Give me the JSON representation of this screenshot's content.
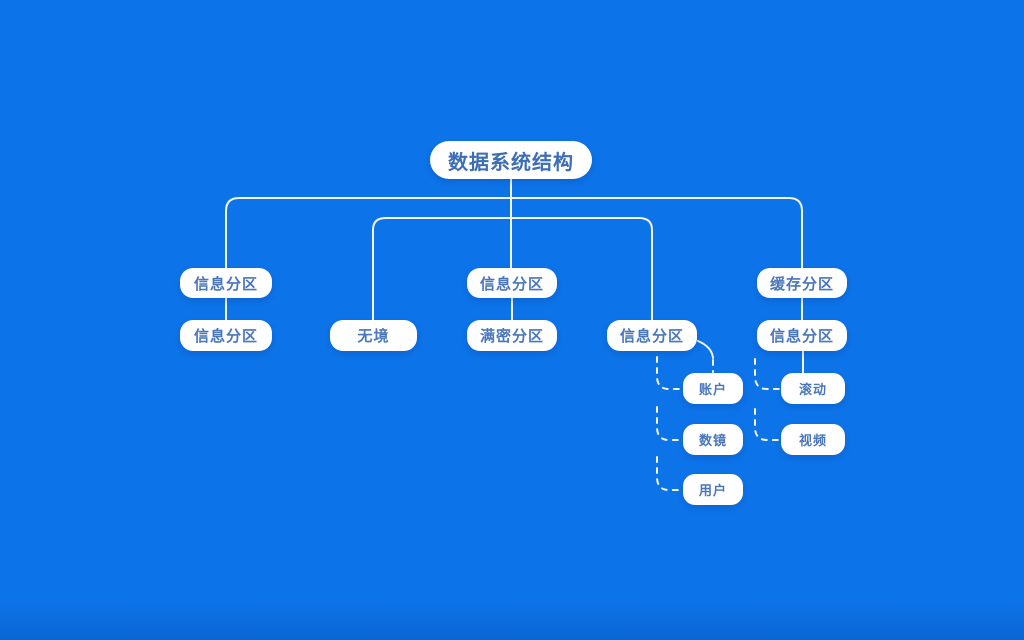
{
  "colors": {
    "background": "#0d73e8",
    "background_bottom": "#0b66d4",
    "node_background": "#ffffff",
    "node_text": "#4a76bb",
    "root_text": "#3d6db5",
    "connector": "#f1f4e6"
  },
  "nodes": {
    "root": "数据系统结构",
    "b1_top": "信息分区",
    "b1_bottom": "信息分区",
    "b2": "无境",
    "b3_top": "信息分区",
    "b3_bottom": "满密分区",
    "b4": "信息分区",
    "b4_children": [
      "账户",
      "数镜",
      "用户"
    ],
    "b5_top": "缓存分区",
    "b5_bottom": "信息分区",
    "b5_children": [
      "滚动",
      "视频"
    ]
  }
}
